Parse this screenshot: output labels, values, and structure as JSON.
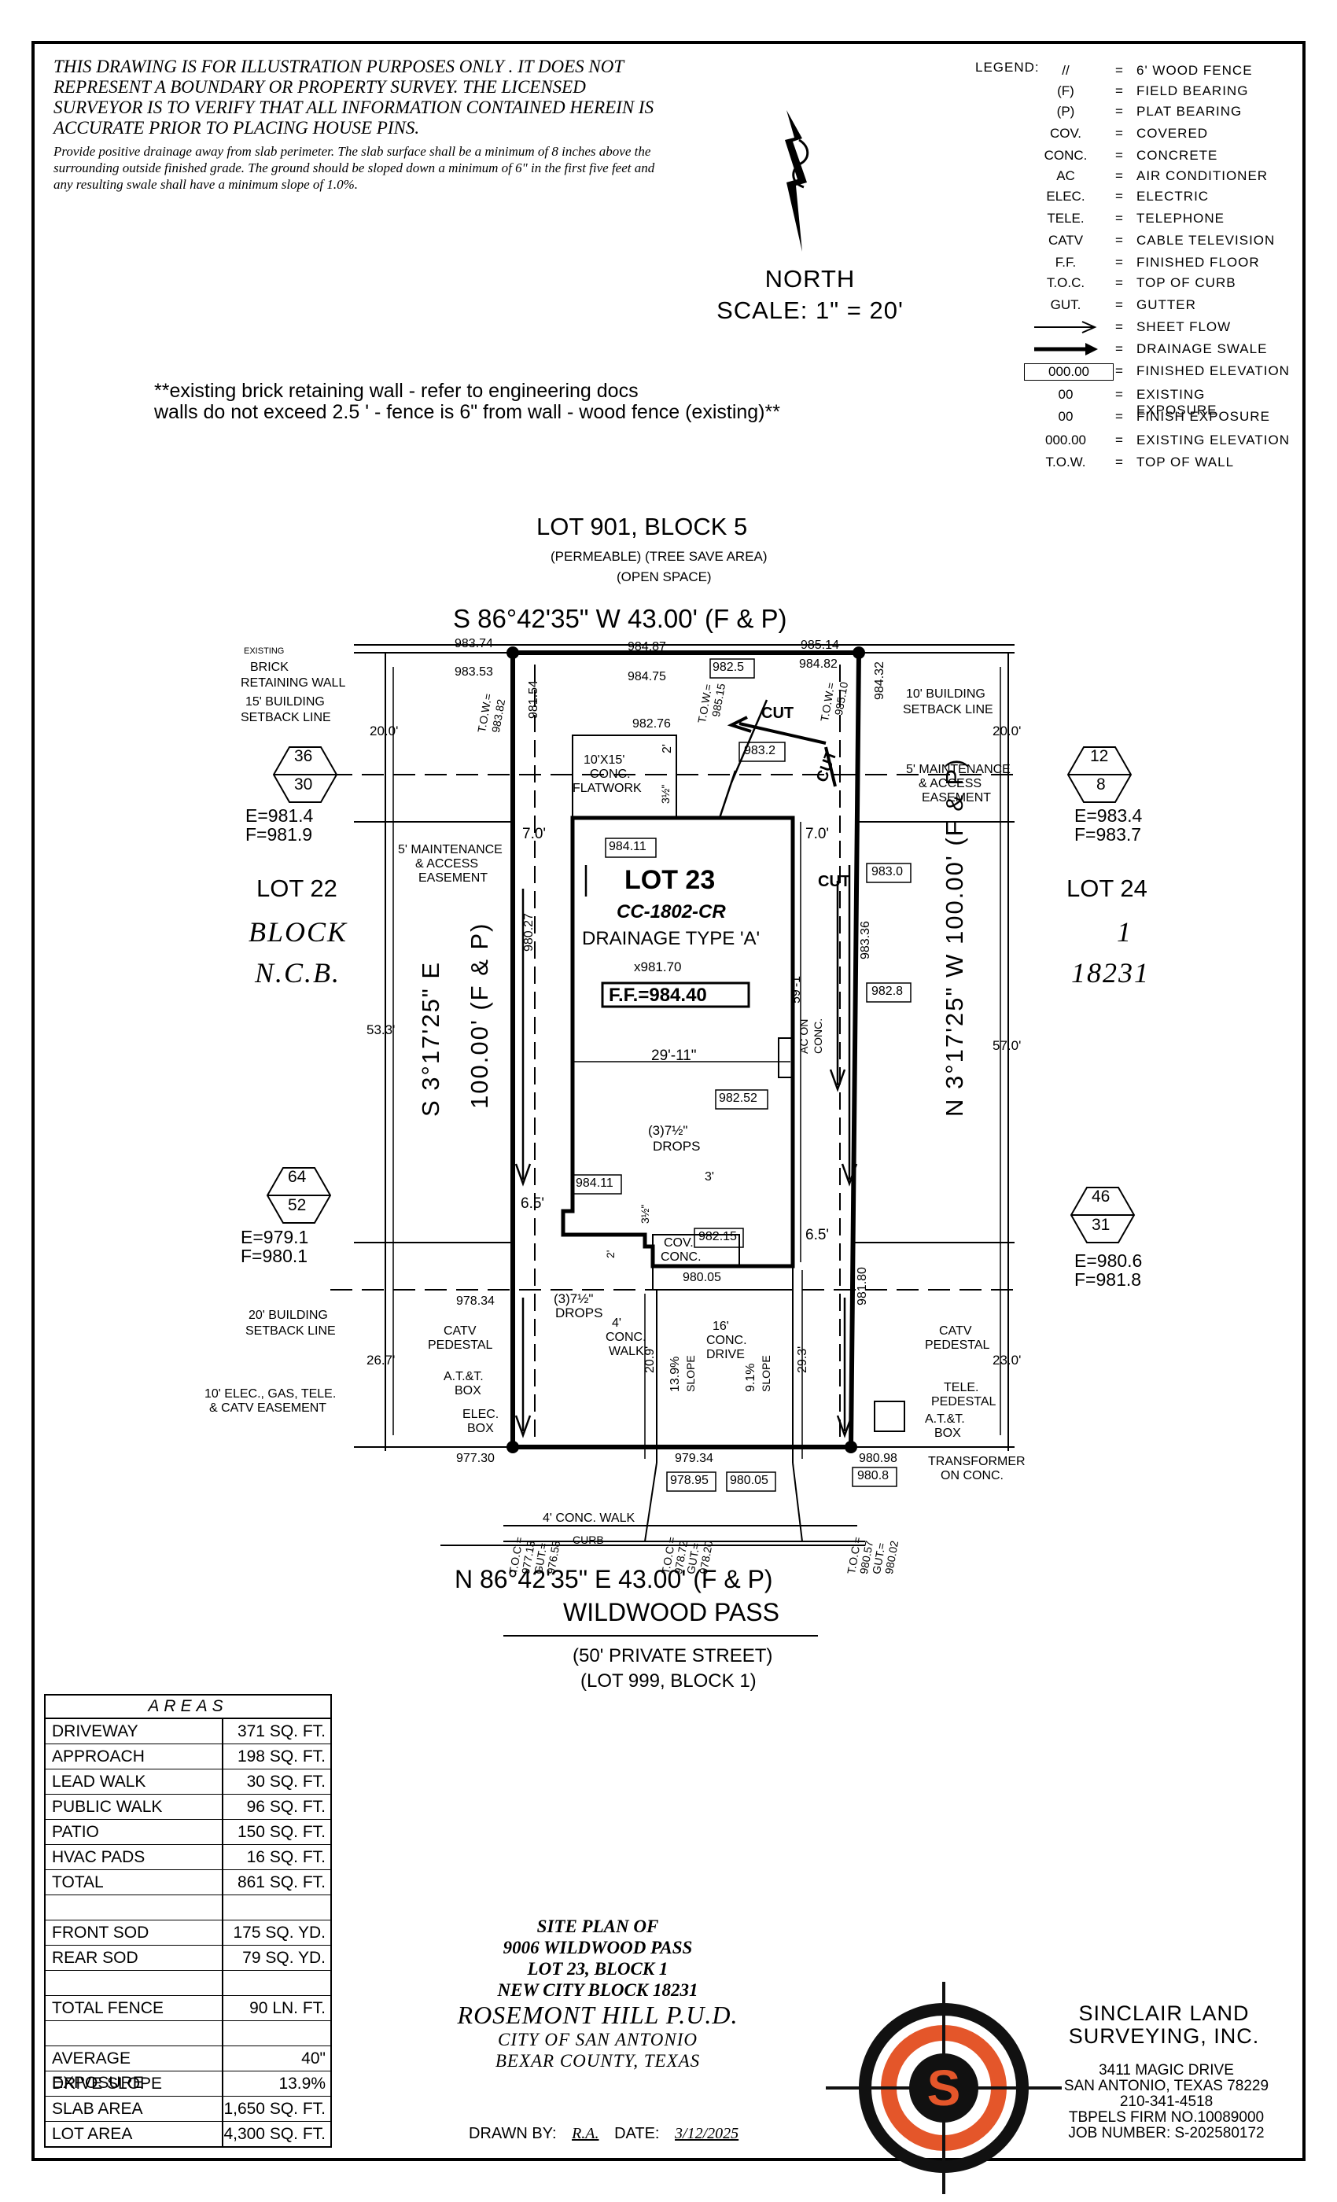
{
  "disclaimer": {
    "line1": "THIS DRAWING IS FOR ILLUSTRATION PURPOSES ONLY . IT DOES NOT REPRESENT A BOUNDARY OR PROPERTY SURVEY. THE LICENSED SURVEYOR IS TO VERIFY THAT ALL INFORMATION CONTAINED HEREIN IS ACCURATE PRIOR TO PLACING HOUSE PINS.",
    "line2": "Provide positive drainage away from slab perimeter. The slab surface shall be a minimum of 8 inches above the surrounding outside finished grade. The ground should be sloped down a minimum of 6\" in the first five feet and any resulting swale shall have a minimum slope of 1.0%."
  },
  "north": {
    "label": "NORTH",
    "scale": "SCALE: 1\" = 20'"
  },
  "legend": {
    "title": "LEGEND:",
    "items": [
      {
        "sym": "//",
        "text": "6' WOOD FENCE"
      },
      {
        "sym": "(F)",
        "text": "FIELD BEARING"
      },
      {
        "sym": "(P)",
        "text": "PLAT BEARING"
      },
      {
        "sym": "COV.",
        "text": "COVERED"
      },
      {
        "sym": "CONC.",
        "text": "CONCRETE"
      },
      {
        "sym": "AC",
        "text": "AIR CONDITIONER"
      },
      {
        "sym": "ELEC.",
        "text": "ELECTRIC"
      },
      {
        "sym": "TELE.",
        "text": "TELEPHONE"
      },
      {
        "sym": "CATV",
        "text": "CABLE TELEVISION"
      },
      {
        "sym": "F.F.",
        "text": "FINISHED FLOOR"
      },
      {
        "sym": "T.O.C.",
        "text": "TOP OF CURB"
      },
      {
        "sym": "GUT.",
        "text": "GUTTER"
      },
      {
        "sym": "",
        "text": "SHEET FLOW"
      },
      {
        "sym": "",
        "text": "DRAINAGE SWALE"
      },
      {
        "sym": "000.00",
        "text": "FINISHED ELEVATION"
      },
      {
        "sym": "00",
        "text": "EXISTING EXPOSURE"
      },
      {
        "sym": "00",
        "text": "FINISH EXPOSURE"
      },
      {
        "sym": "000.00",
        "text": "EXISTING ELEVATION"
      },
      {
        "sym": "T.O.W.",
        "text": "TOP OF WALL"
      }
    ]
  },
  "note": {
    "line1": "**existing brick retaining wall - refer to engineering docs",
    "line2": "walls do not exceed 2.5 '  - fence is 6\" from wall - wood fence (existing)**"
  },
  "plan": {
    "north_lot": "LOT 901, BLOCK 5",
    "north_lot_sub1": "(PERMEABLE) (TREE SAVE AREA)",
    "north_lot_sub2": "(OPEN SPACE)",
    "north_bearing": "S 86°42'35\" W 43.00' (F & P)",
    "south_bearing": "N 86°42'35\" E 43.00' (F & P)",
    "west_bearing": "S 3°17'25\" E",
    "west_bearing2": "100.00' (F & P)",
    "east_bearing": "N 3°17'25\" W 100.00' (F & P)",
    "street": "WILDWOOD PASS",
    "street_sub1": "(50' PRIVATE STREET)",
    "street_sub2": "(LOT 999, BLOCK 1)",
    "lot22": "LOT 22",
    "block": "BLOCK",
    "ncb": "N.C.B.",
    "lot24": "LOT 24",
    "lot24_block": "1",
    "lot24_ncb": "18231",
    "lot": "LOT 23",
    "plan_code": "CC-1802-CR",
    "drainage": "DRAINAGE TYPE 'A'",
    "ff": "F.F.=984.40",
    "spot_ff": "x981.70",
    "exp_nw_top": "36",
    "exp_nw_bot": "30",
    "e_nw": "E=981.4",
    "f_nw": "F=981.9",
    "exp_ne_top": "12",
    "exp_ne_bot": "8",
    "e_ne": "E=983.4",
    "f_ne": "F=983.7",
    "exp_sw_top": "64",
    "exp_sw_bot": "52",
    "e_sw": "E=979.1",
    "f_sw": "F=980.1",
    "exp_se_top": "46",
    "exp_se_bot": "31",
    "e_se": "E=980.6",
    "f_se": "F=981.8",
    "labels": {
      "existing": "EXISTING",
      "brick": "BRICK",
      "retaining": "RETAINING WALL",
      "setback15a": "15' BUILDING",
      "setback15b": "SETBACK LINE",
      "setback10a": "10' BUILDING",
      "setback10b": "SETBACK LINE",
      "maint_w1": "5' MAINTENANCE",
      "maint_w2": "& ACCESS",
      "maint_w3": "EASEMENT",
      "maint_e1": "5' MAINTENANCE",
      "maint_e2": "& ACCESS",
      "maint_e3": "EASEMENT",
      "flat1": "10'X15'",
      "flat2": "CONC.",
      "flat3": "FLATWORK",
      "setback20a": "20' BUILDING",
      "setback20b": "SETBACK LINE",
      "catv_w1": "CATV",
      "catv_w2": "PEDESTAL",
      "att1": "A.T.&T.",
      "att2": "BOX",
      "elecbox1": "ELEC.",
      "elecbox2": "BOX",
      "ease1": "10' ELEC., GAS, TELE.",
      "ease2": "& CATV EASEMENT",
      "catv_e1": "CATV",
      "catv_e2": "PEDESTAL",
      "tele1": "TELE.",
      "tele2": "PEDESTAL",
      "att_e1": "A.T.&T.",
      "att_e2": "BOX",
      "trans1": "TRANSFORMER",
      "trans2": "ON CONC.",
      "drops1": "(3)7½\"",
      "drops2": "DROPS",
      "drops3": "(3)7½\"",
      "drops4": "DROPS",
      "covconc1": "COV.",
      "covconc2": "CONC.",
      "walk1": "4'",
      "walk2": "CONC.",
      "walk3": "WALK",
      "drive1": "16'",
      "drive2": "CONC.",
      "drive3": "DRIVE",
      "ac1": "AC ON",
      "ac2": "CONC.",
      "concwalk": "4' CONC. WALK",
      "curb": "CURB",
      "slope1": "13.9%",
      "slope1b": "SLOPE",
      "slope2": "9.1%",
      "slope2b": "SLOPE",
      "cut1": "CUT",
      "cut2": "CUT",
      "cut3": "CUT",
      "tow1": "T.O.W.=",
      "tow1v": "983.82",
      "tow2": "T.O.W.=",
      "tow2v": "985.15",
      "tow3": "T.O.W.=",
      "tow3v": "985.10",
      "toc1": "T.O.C.=",
      "toc1v": "977.13",
      "gut1": "GUT.=",
      "gut1v": "976.58",
      "toc2": "T.O.C.=",
      "toc2v": "978.72",
      "gut2": "GUT.=",
      "gut2v": "978.20",
      "toc3": "T.O.C.=",
      "toc3v": "980.57",
      "gut3": "GUT.=",
      "gut3v": "980.02"
    },
    "dims": {
      "d20a": "20.0'",
      "d53": "53.3'",
      "d267": "26.7'",
      "d20b": "20.0'",
      "d57": "57.0'",
      "d23": "23.0'",
      "d7a": "7.0'",
      "d7b": "7.0'",
      "d65a": "6.5'",
      "d65b": "6.5'",
      "d2911": "29'-11\"",
      "d591": "59'-1\"",
      "d209": "20.9'",
      "d293": "29.3'",
      "d2a": "2'",
      "d3a": "3'",
      "d2b": "2'",
      "d312a": "3½\"",
      "d312b": "3½\""
    },
    "elev": {
      "e98374": "983.74",
      "e98353": "983.53",
      "e98487": "984.87",
      "e98475": "984.75",
      "e9825": "982.5",
      "e98514": "985.14",
      "e98482": "984.82",
      "e98432": "984.32",
      "e98154": "981.54",
      "e98276": "982.76",
      "e9832": "983.2",
      "e98411a": "984.11",
      "e9830": "983.0",
      "e98336": "983.36",
      "e9828": "982.8",
      "e98027": "980.27",
      "e98252": "982.52",
      "e98411b": "984.11",
      "e98215": "982.15",
      "e98005a": "980.05",
      "e97834": "978.34",
      "e98180": "981.80",
      "e97730": "977.30",
      "e97934": "979.34",
      "e97895": "978.95",
      "e98005b": "980.05",
      "e98098": "980.98",
      "e9808": "980.8"
    }
  },
  "areas": {
    "title": "AREAS",
    "rows": [
      {
        "name": "DRIVEWAY",
        "value": "371 SQ. FT."
      },
      {
        "name": "APPROACH",
        "value": "198 SQ. FT."
      },
      {
        "name": "LEAD WALK",
        "value": "30 SQ. FT."
      },
      {
        "name": "PUBLIC WALK",
        "value": "96 SQ. FT."
      },
      {
        "name": "PATIO",
        "value": "150 SQ. FT."
      },
      {
        "name": "HVAC PADS",
        "value": "16 SQ. FT."
      },
      {
        "name": "TOTAL",
        "value": "861 SQ. FT."
      },
      {
        "name": "",
        "value": ""
      },
      {
        "name": "FRONT SOD",
        "value": "175 SQ. YD."
      },
      {
        "name": "REAR SOD",
        "value": "79 SQ. YD."
      },
      {
        "name": "",
        "value": ""
      },
      {
        "name": "TOTAL FENCE",
        "value": "90 LN. FT."
      },
      {
        "name": "",
        "value": ""
      },
      {
        "name": "AVERAGE EXPOSURE",
        "value": "40\""
      },
      {
        "name": "DRIVE SLOPE",
        "value": "13.9%"
      },
      {
        "name": "SLAB AREA",
        "value": "1,650 SQ. FT."
      },
      {
        "name": "LOT AREA",
        "value": "4,300 SQ. FT."
      }
    ]
  },
  "title_block": {
    "l1": "SITE PLAN OF",
    "l2": "9006 WILDWOOD PASS",
    "l3": "LOT 23, BLOCK 1",
    "l4": "NEW CITY BLOCK 18231",
    "l5": "ROSEMONT HILL P.U.D.",
    "l6": "CITY OF SAN ANTONIO",
    "l7": "BEXAR COUNTY, TEXAS"
  },
  "drawn": {
    "by_label": "DRAWN BY:",
    "by": "R.A.",
    "date_label": "DATE:",
    "date": "3/12/2025"
  },
  "firm": {
    "name1": "SINCLAIR LAND",
    "name2": "SURVEYING, INC.",
    "addr1": "3411 MAGIC DRIVE",
    "addr2": "SAN ANTONIO, TEXAS 78229",
    "phone": "210-341-4518",
    "tbpels": "TBPELS FIRM NO.10089000",
    "job": "JOB NUMBER:   S-202580172",
    "logo_letter": "S",
    "colors": {
      "logo_orange": "#e4562a",
      "logo_dark": "#111111"
    }
  }
}
